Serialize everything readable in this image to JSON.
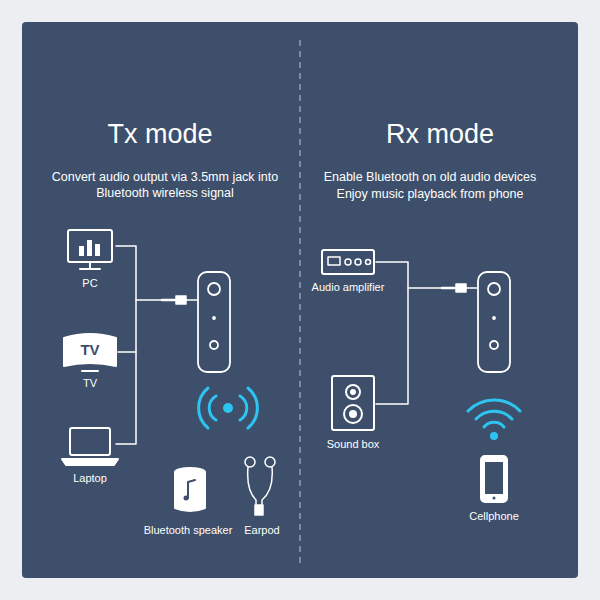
{
  "diagram": {
    "labels": [
      "Tx mode",
      "Convert audio output via 3.5mm jack into Bluetooth wireless signal",
      "Rx mode",
      "Enable Bluetooth on old audio devices",
      "Enjoy music playback from phone",
      "PC",
      "TV",
      "TV",
      "Laptop",
      "Bluetooth speaker",
      "Earpod",
      "Audio amplifier",
      "Sound box",
      "Cellphone"
    ]
  }
}
